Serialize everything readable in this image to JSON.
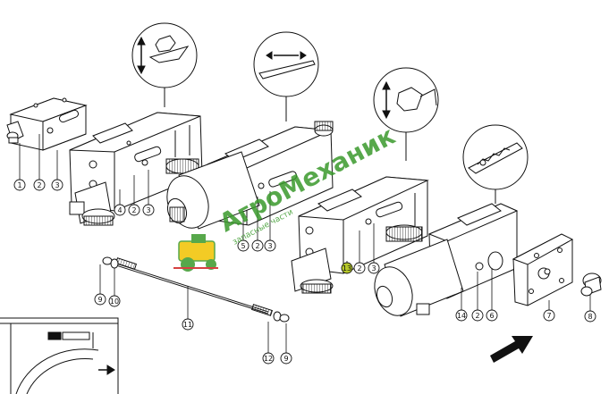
{
  "watermark": {
    "brand": "АгроМеханик",
    "tagline": "запасные части",
    "colors": {
      "green": "#3a9a2c",
      "yellow": "#f2c200",
      "red": "#d02020"
    }
  },
  "callouts": [
    {
      "id": "c1",
      "label": "1"
    },
    {
      "id": "c2a",
      "label": "2"
    },
    {
      "id": "c3a",
      "label": "3"
    },
    {
      "id": "c4",
      "label": "4"
    },
    {
      "id": "c2b",
      "label": "2"
    },
    {
      "id": "c3b",
      "label": "3"
    },
    {
      "id": "c5",
      "label": "5"
    },
    {
      "id": "c2c",
      "label": "2"
    },
    {
      "id": "c3c",
      "label": "3"
    },
    {
      "id": "c13",
      "label": "13"
    },
    {
      "id": "c2d",
      "label": "2"
    },
    {
      "id": "c3d",
      "label": "3"
    },
    {
      "id": "c14",
      "label": "14"
    },
    {
      "id": "c2e",
      "label": "2"
    },
    {
      "id": "c6",
      "label": "6"
    },
    {
      "id": "c7",
      "label": "7"
    },
    {
      "id": "c8",
      "label": "8"
    },
    {
      "id": "c9a",
      "label": "9"
    },
    {
      "id": "c10",
      "label": "10"
    },
    {
      "id": "c11",
      "label": "11"
    },
    {
      "id": "c12",
      "label": "12"
    },
    {
      "id": "c9b",
      "label": "9"
    }
  ],
  "colors": {
    "line": "#111111",
    "highlight": "#b7c92a"
  }
}
